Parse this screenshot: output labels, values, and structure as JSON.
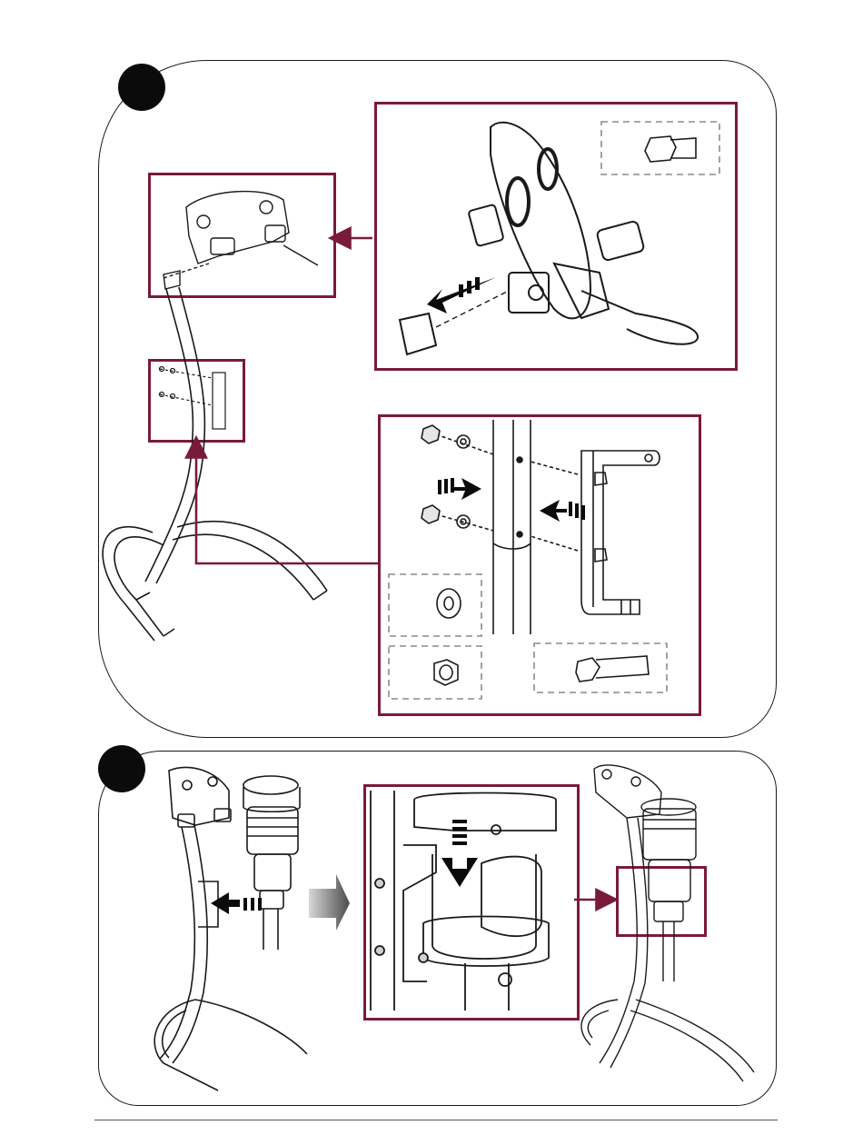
{
  "colors": {
    "accent": "#7a1a3a",
    "line": "#1a1a1a",
    "dash": "#8a8a8a",
    "fill": "#0b0b0b"
  },
  "steps": [
    {
      "id": 1,
      "callouts": [
        "bracket-mount-detail",
        "bolt-hardware",
        "clamp-bracket-detail",
        "washer",
        "nut",
        "long-bolt"
      ]
    },
    {
      "id": 2,
      "callouts": [
        "pump-insertion-detail",
        "assembled-result"
      ]
    }
  ],
  "icons": [
    "step-marker",
    "direction-arrow",
    "leader-arrow",
    "gradient-arrow"
  ]
}
